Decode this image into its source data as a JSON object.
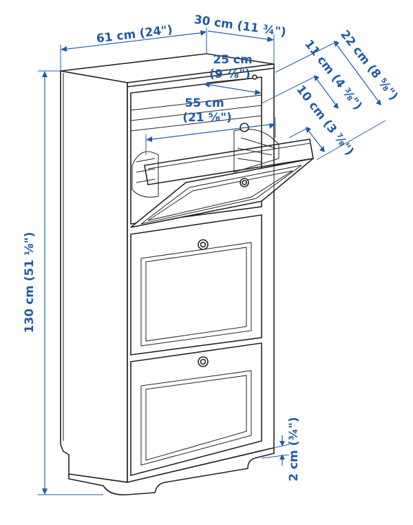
{
  "dimensions": {
    "width": "61 cm (24\")",
    "depth": "30 cm (11 ¾\")",
    "inner_depth": "25 cm",
    "inner_depth_in": "(9 ⅞\")",
    "inner_width": "55 cm",
    "inner_width_in": "(21 ⅝\")",
    "flap_depth_open": "22 cm (8 ⅝\")",
    "flap_11": "11 cm (4 ⅜\")",
    "flap_10": "10 cm (3 ⅞\")",
    "height": "130 cm (51 ⅛\")",
    "leg_height": "2 cm (¾\")"
  },
  "colors": {
    "dimension": "#1f5aa8",
    "outline": "#222222"
  }
}
